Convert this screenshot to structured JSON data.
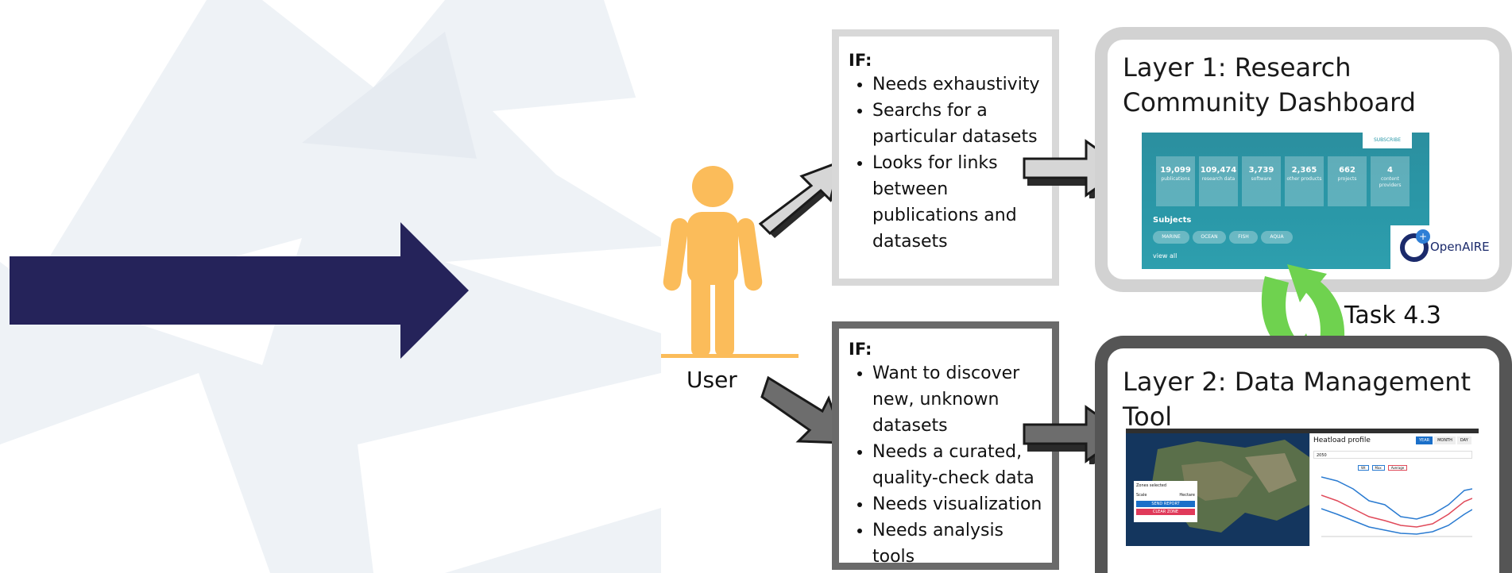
{
  "big_arrow": {
    "color": "#25235a"
  },
  "user": {
    "label": "User",
    "color": "#fbbc5a"
  },
  "if_box_top": {
    "title": "IF:",
    "items": [
      "Needs exhaustivity",
      "Searchs for a particular datasets",
      "Looks for links between publications and datasets"
    ]
  },
  "if_box_bottom": {
    "title": "IF:",
    "items": [
      "Want to discover  new, unknown datasets",
      "Needs a curated, quality-check data",
      "Needs visualization",
      "Needs analysis tools"
    ]
  },
  "layer1": {
    "title": "Layer 1: Research Community Dashboard",
    "dashboard": {
      "subscribe": "SUBSCRIBE",
      "stats": [
        {
          "num": "19,099",
          "label": "publications"
        },
        {
          "num": "109,474",
          "label": "research data"
        },
        {
          "num": "3,739",
          "label": "software"
        },
        {
          "num": "2,365",
          "label": "other products"
        },
        {
          "num": "662",
          "label": "projects"
        },
        {
          "num": "4",
          "label": "content providers"
        }
      ],
      "subjects_label": "Subjects",
      "chips": [
        "MARINE",
        "OCEAN",
        "FISH",
        "AQUA"
      ],
      "view_all": "view all"
    },
    "logo_text": "OpenAIRE"
  },
  "task": {
    "label": "Task 4.3",
    "color": "#6fd24f"
  },
  "layer2": {
    "title": "Layer 2: Data Management Tool",
    "panel_title": "Heatload profile",
    "tabs": [
      "YEAR",
      "MONTH",
      "DAY"
    ],
    "select_value": "2050",
    "legend": [
      "Wt",
      "Max",
      "Average"
    ],
    "map_panel": {
      "zone_label": "Zones selected",
      "scale_label": "Scale",
      "scale_value": "Hectare",
      "btn_report": "SEND REPORT",
      "btn_clear": "CLEAR ZONE"
    }
  }
}
